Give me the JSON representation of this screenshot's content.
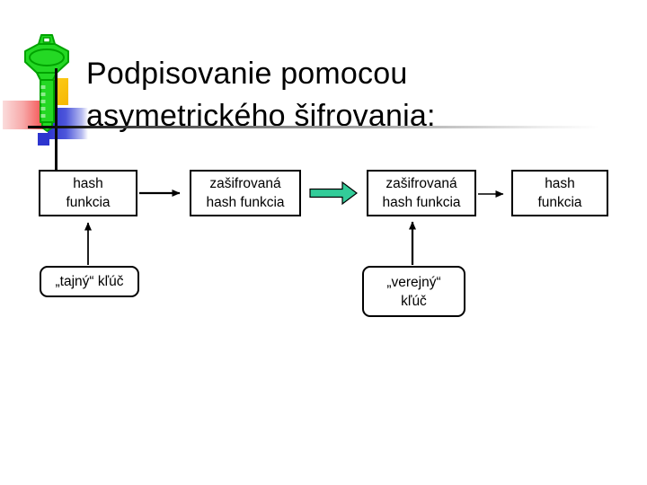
{
  "slide": {
    "title": "Podpisovanie pomocou\nasymetrického šifrovania:",
    "background_color": "#ffffff",
    "title_color": "#000000"
  },
  "logo": {
    "icon": "key-icon",
    "colors": {
      "key_fill": "#24d824",
      "key_outline": "#00a300",
      "yellow_square": "#f8bb06",
      "red_square": "#f43b3b",
      "blue_square": "#2d35cf",
      "cross_lines": "#0a0a0a"
    }
  },
  "diagram": {
    "boxes": [
      {
        "id": "hash-funkcia-1",
        "label": "hash\nfunkcia"
      },
      {
        "id": "zasifrovana-hash-funkcia-1",
        "label": "zašifrovaná\nhash funkcia"
      },
      {
        "id": "zasifrovana-hash-funkcia-2",
        "label": "zašifrovaná\nhash funkcia"
      },
      {
        "id": "hash-funkcia-2",
        "label": "hash\nfunkcia"
      }
    ],
    "keys": [
      {
        "id": "tajny-kluc",
        "label": "„tajný“ kľúč"
      },
      {
        "id": "verejny-kluc",
        "label": "„verejný“\nkľúč"
      }
    ],
    "arrow_color": "#000000",
    "block_arrow_color": "#33cc99"
  }
}
